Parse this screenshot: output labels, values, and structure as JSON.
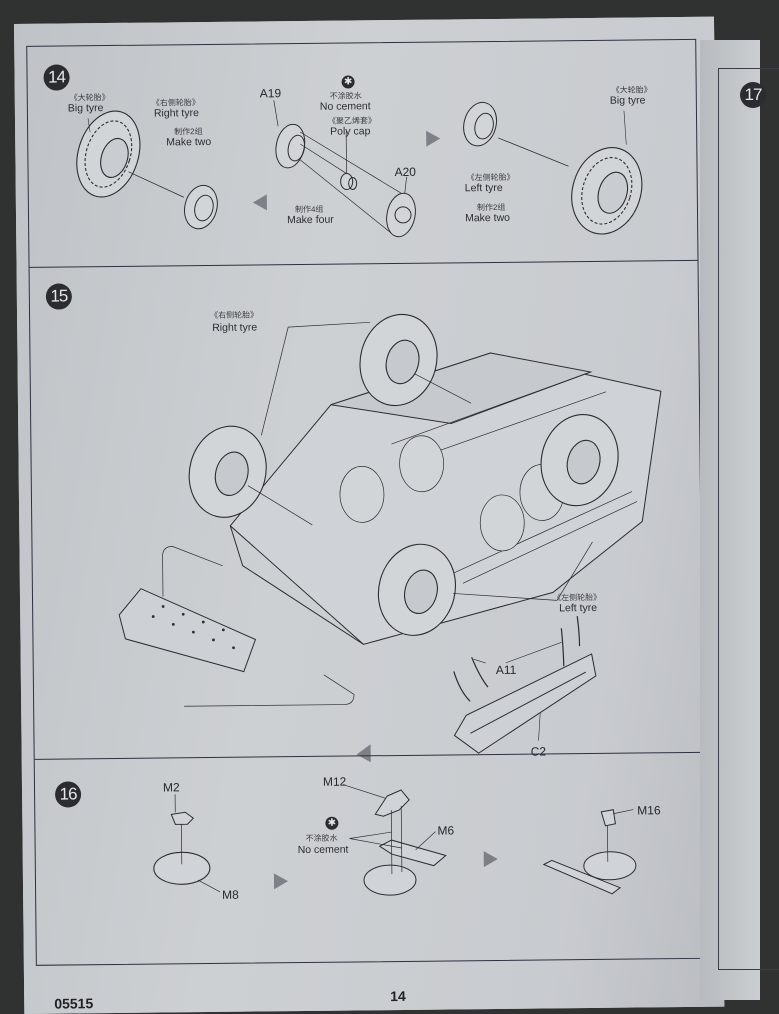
{
  "document": {
    "kit_code": "05515",
    "page_number": "14",
    "next_page_step": "17"
  },
  "steps": [
    {
      "number": "14",
      "labels": {
        "big_tyre_left_cn": "《大轮胎》",
        "big_tyre_left_en": "Big tyre",
        "right_tyre_cn": "《右侧轮胎》",
        "right_tyre_en": "Right tyre",
        "make_two_right_cn": "制作2组",
        "make_two_right_en": "Make two",
        "no_cement_cn": "不涂胶水",
        "no_cement_en": "No cement",
        "poly_cap_cn": "《聚乙烯套》",
        "poly_cap_en": "Poly cap",
        "make_four_cn": "制作4组",
        "make_four_en": "Make four",
        "left_tyre_cn": "《左侧轮胎》",
        "left_tyre_en": "Left  tyre",
        "make_two_left_cn": "制作2组",
        "make_two_left_en": "Make two",
        "big_tyre_right_cn": "《大轮胎》",
        "big_tyre_right_en": "Big tyre"
      },
      "parts": [
        "A19",
        "A20"
      ]
    },
    {
      "number": "15",
      "labels": {
        "right_tyre_cn": "《右侧轮胎》",
        "right_tyre_en": "Right tyre",
        "left_tyre_cn": "《左侧轮胎》",
        "left_tyre_en": "Left  tyre"
      },
      "parts": [
        "A11",
        "C2"
      ]
    },
    {
      "number": "16",
      "labels": {
        "no_cement_cn": "不涂胶水",
        "no_cement_en": "No cement"
      },
      "parts": [
        "M2",
        "M8",
        "M12",
        "M6",
        "M16"
      ]
    }
  ],
  "icons": {
    "no_cement": "✱"
  }
}
